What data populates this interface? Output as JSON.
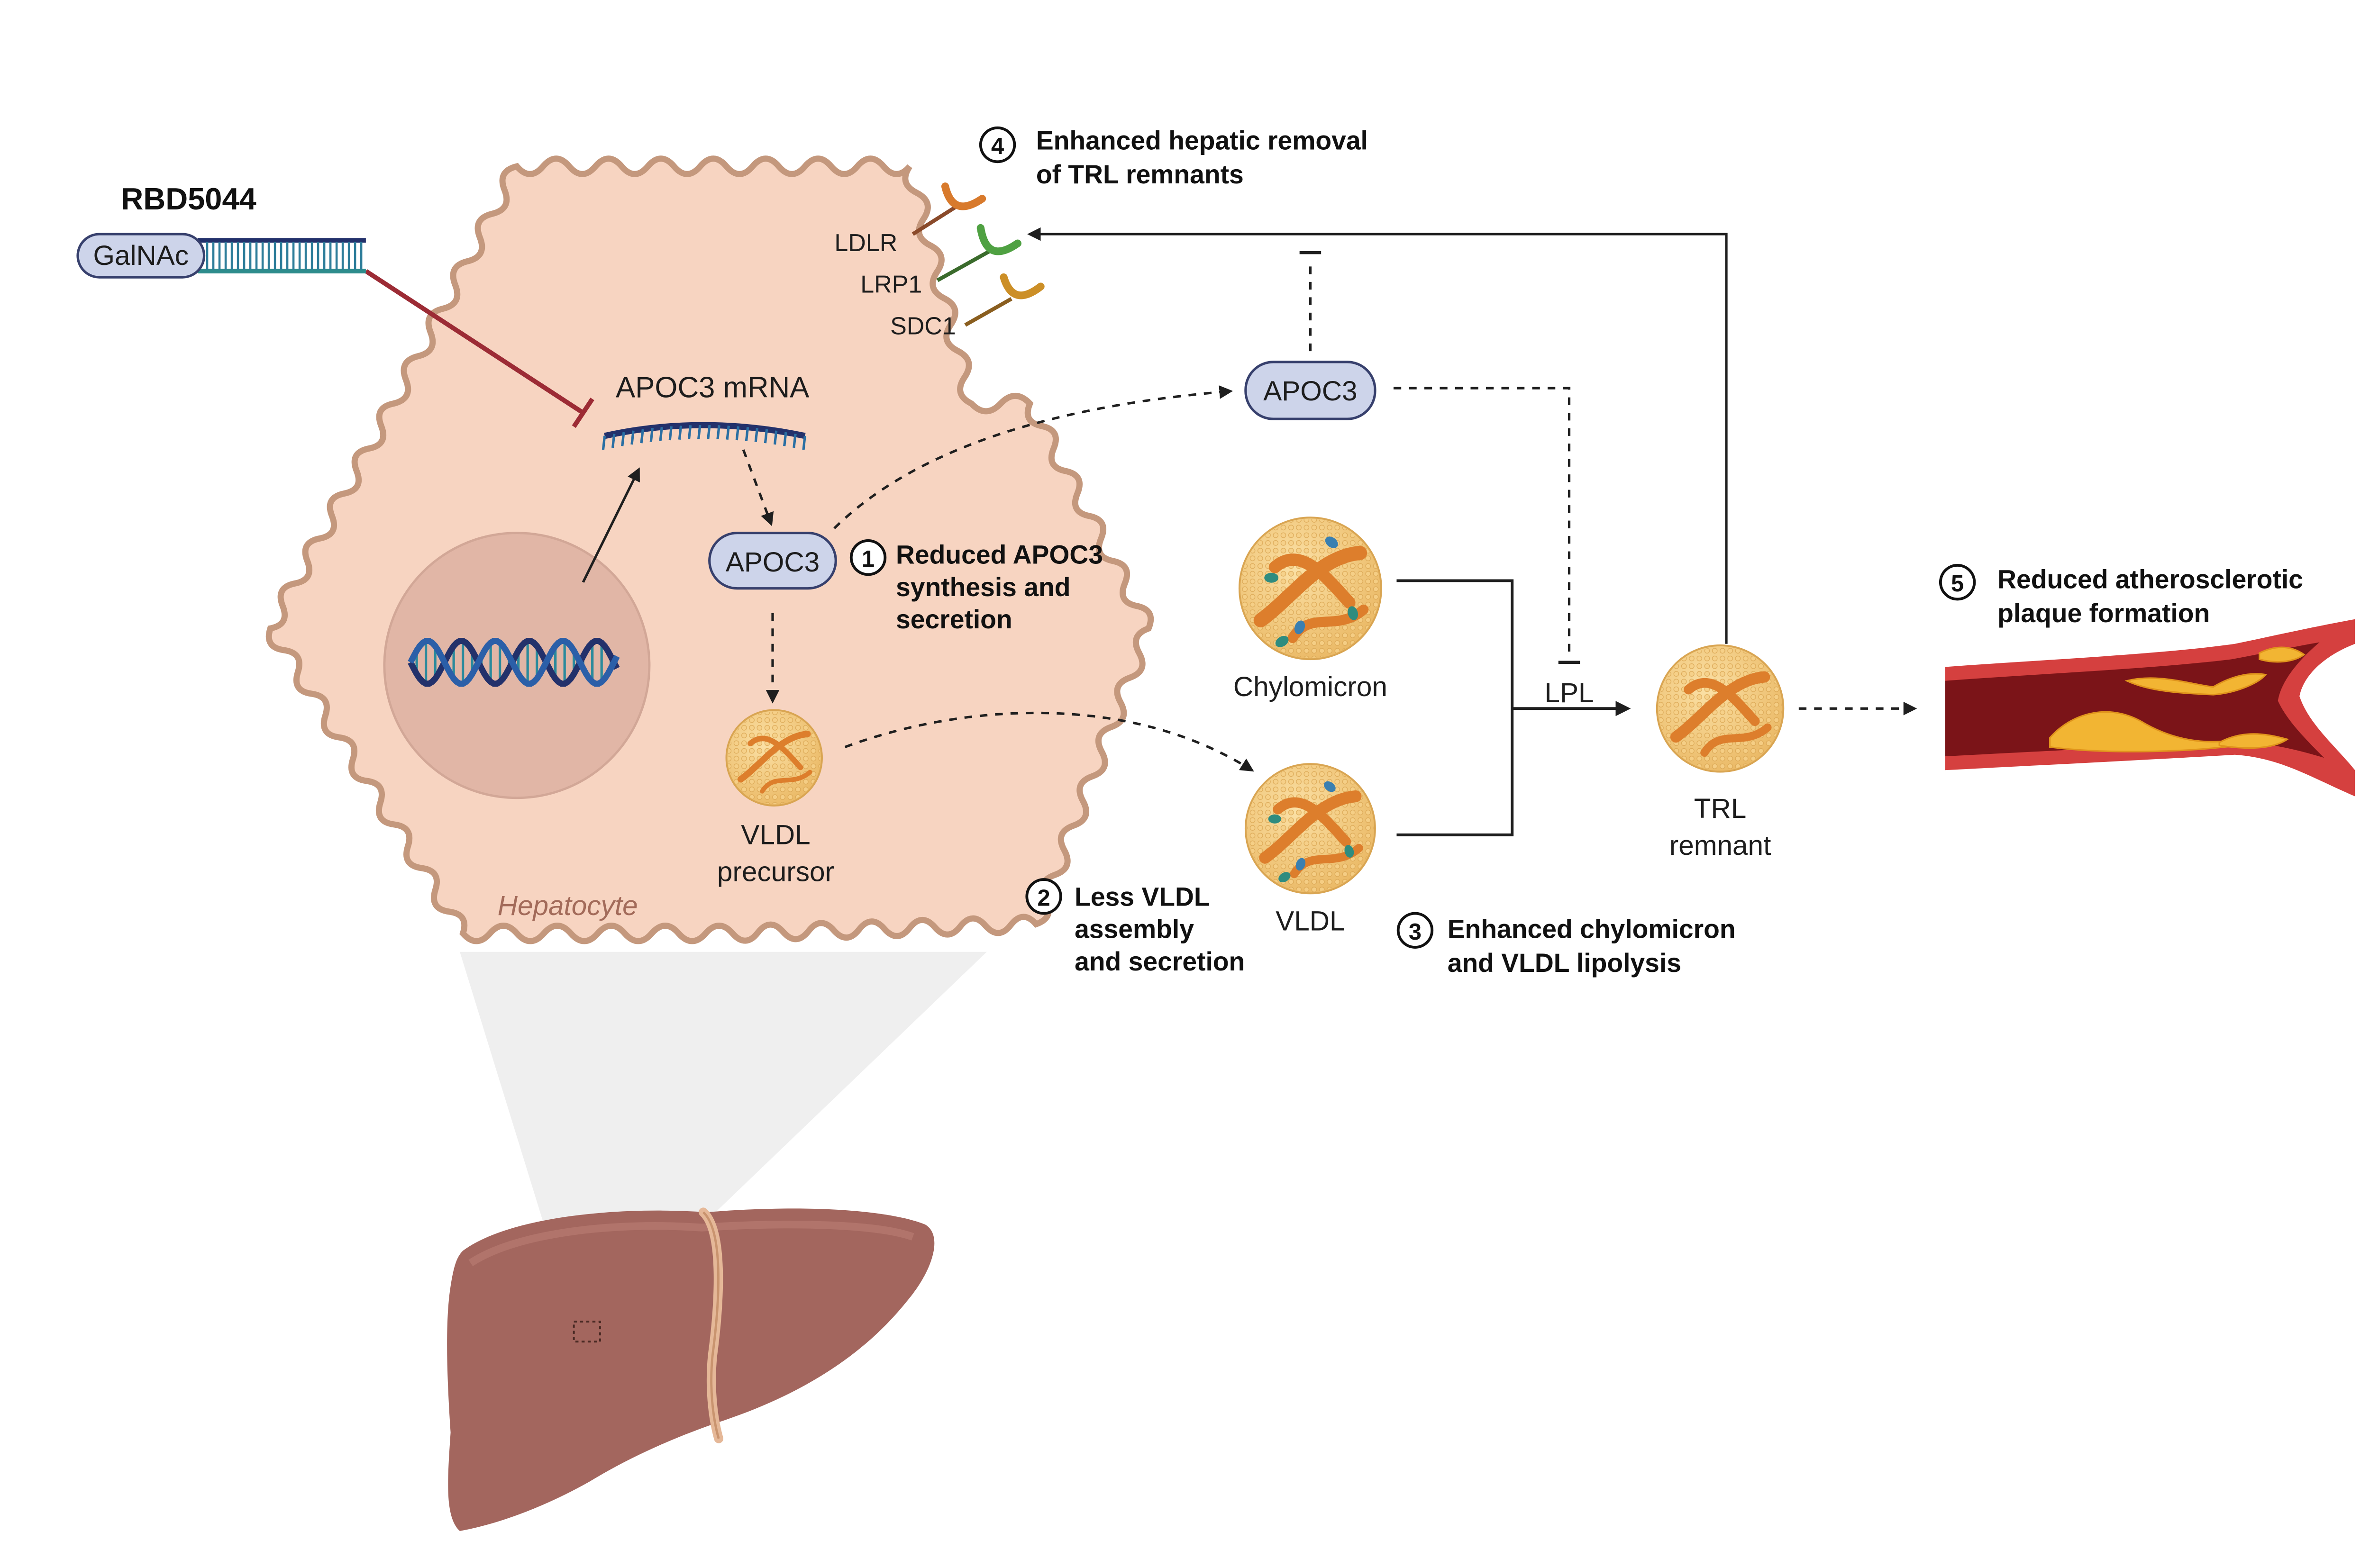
{
  "drug": {
    "name": "RBD5044",
    "ligand": "GalNAc"
  },
  "hepatocyte": {
    "label": "Hepatocyte",
    "mrna_label": "APOC3 mRNA",
    "apoc3_label": "APOC3",
    "vldl_precursor_label": [
      "VLDL",
      "precursor"
    ],
    "receptors": [
      "LDLR",
      "LRP1",
      "SDC1"
    ]
  },
  "circulation": {
    "apoc3_label": "APOC3",
    "chylomicron_label": "Chylomicron",
    "vldl_label": "VLDL",
    "lpl_label": "LPL",
    "trl_label": [
      "TRL",
      "remnant"
    ]
  },
  "steps": [
    {
      "num": "1",
      "lines": [
        "Reduced APOC3",
        "synthesis and",
        "secretion"
      ]
    },
    {
      "num": "2",
      "lines": [
        "Less VLDL",
        "assembly",
        "and secretion"
      ]
    },
    {
      "num": "3",
      "lines": [
        "Enhanced chylomicron",
        "and VLDL lipolysis"
      ]
    },
    {
      "num": "4",
      "lines": [
        "Enhanced hepatic removal",
        "of TRL remnants"
      ]
    },
    {
      "num": "5",
      "lines": [
        "Reduced atherosclerotic",
        "plaque formation"
      ]
    }
  ],
  "colors": {
    "cell_fill": "#f7d4c1",
    "cell_stroke": "#c4987d",
    "nucleus": "#e1b6a6",
    "pill_fill": "#cdd4ea",
    "pill_stroke": "#37406d",
    "inhibitor": "#9c2b35",
    "liver": "#a3665e",
    "lipo_fill": "#f2c57a",
    "lipo_stripe": "#dd7e2c"
  }
}
